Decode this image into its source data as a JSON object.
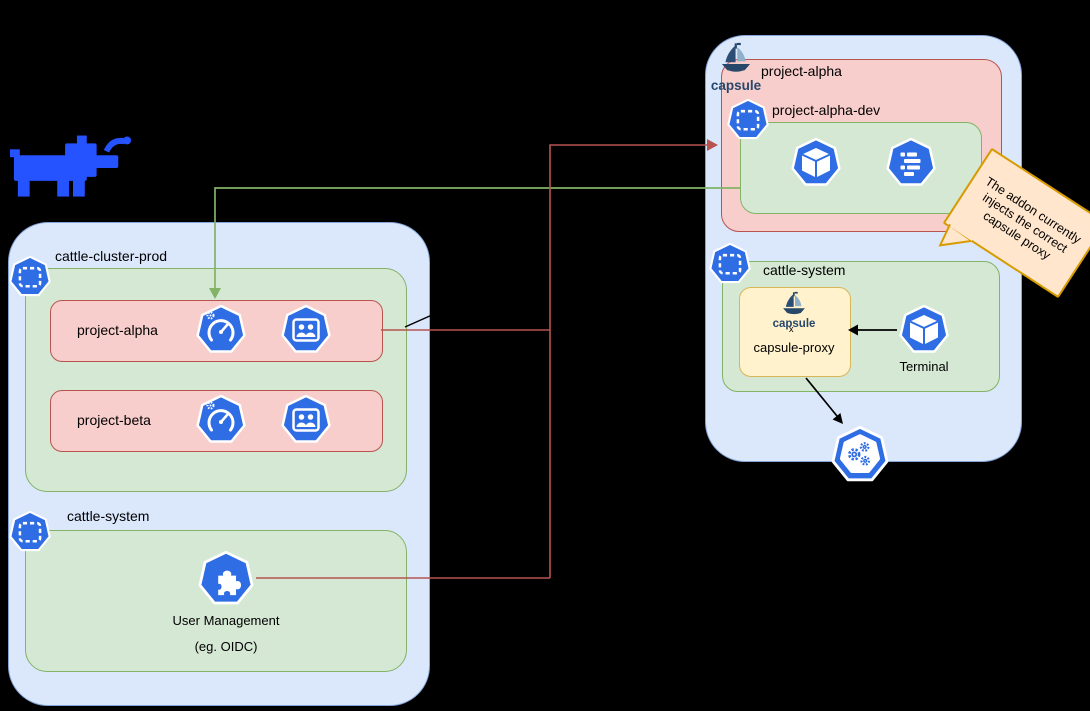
{
  "colors": {
    "background": "#000000",
    "cluster_fill": "#dbe8fc",
    "cluster_border": "#85a4d8",
    "namespace_fill": "#d5e8d4",
    "namespace_border": "#82b366",
    "project_fill": "#f8cecc",
    "project_border": "#b85450",
    "proxy_fill": "#fff2cc",
    "proxy_border": "#d6b656",
    "callout_fill": "#ffe6cc",
    "callout_border": "#d79b00",
    "kubernetes_icon_blue": "#2f6de4",
    "capsule_navy": "#274868",
    "rancher_blue": "#2453ff",
    "arrow_green": "#82b366",
    "arrow_red": "#b85450",
    "arrow_black": "#000000"
  },
  "left_cluster": {
    "label": "cattle-cluster-prod",
    "projects": [
      {
        "label": "project-alpha",
        "icons": [
          "quota-gauge-icon",
          "users-icon"
        ]
      },
      {
        "label": "project-beta",
        "icons": [
          "quota-gauge-icon",
          "users-icon"
        ]
      }
    ],
    "system": {
      "label": "cattle-system",
      "component_title": "User Management",
      "component_subtitle": "(eg. OIDC)",
      "component_icon": "puzzle-extension-icon"
    }
  },
  "right_cluster": {
    "capsule_logo_text": "capsule",
    "project": {
      "label": "project-alpha",
      "namespace_label": "project-alpha-dev",
      "icons": [
        "pod-cube-icon",
        "manifest-list-icon"
      ]
    },
    "system": {
      "label": "cattle-system",
      "proxy_logo_text": "capsule",
      "proxy_label": "capsule-proxy",
      "proxy_x_mark": "x",
      "terminal_label": "Terminal",
      "terminal_icon": "pod-cube-icon"
    },
    "control_plane_icon": "kubernetes-gears-icon"
  },
  "callout": {
    "text": "The addon currently injects the correct capsule proxy"
  }
}
